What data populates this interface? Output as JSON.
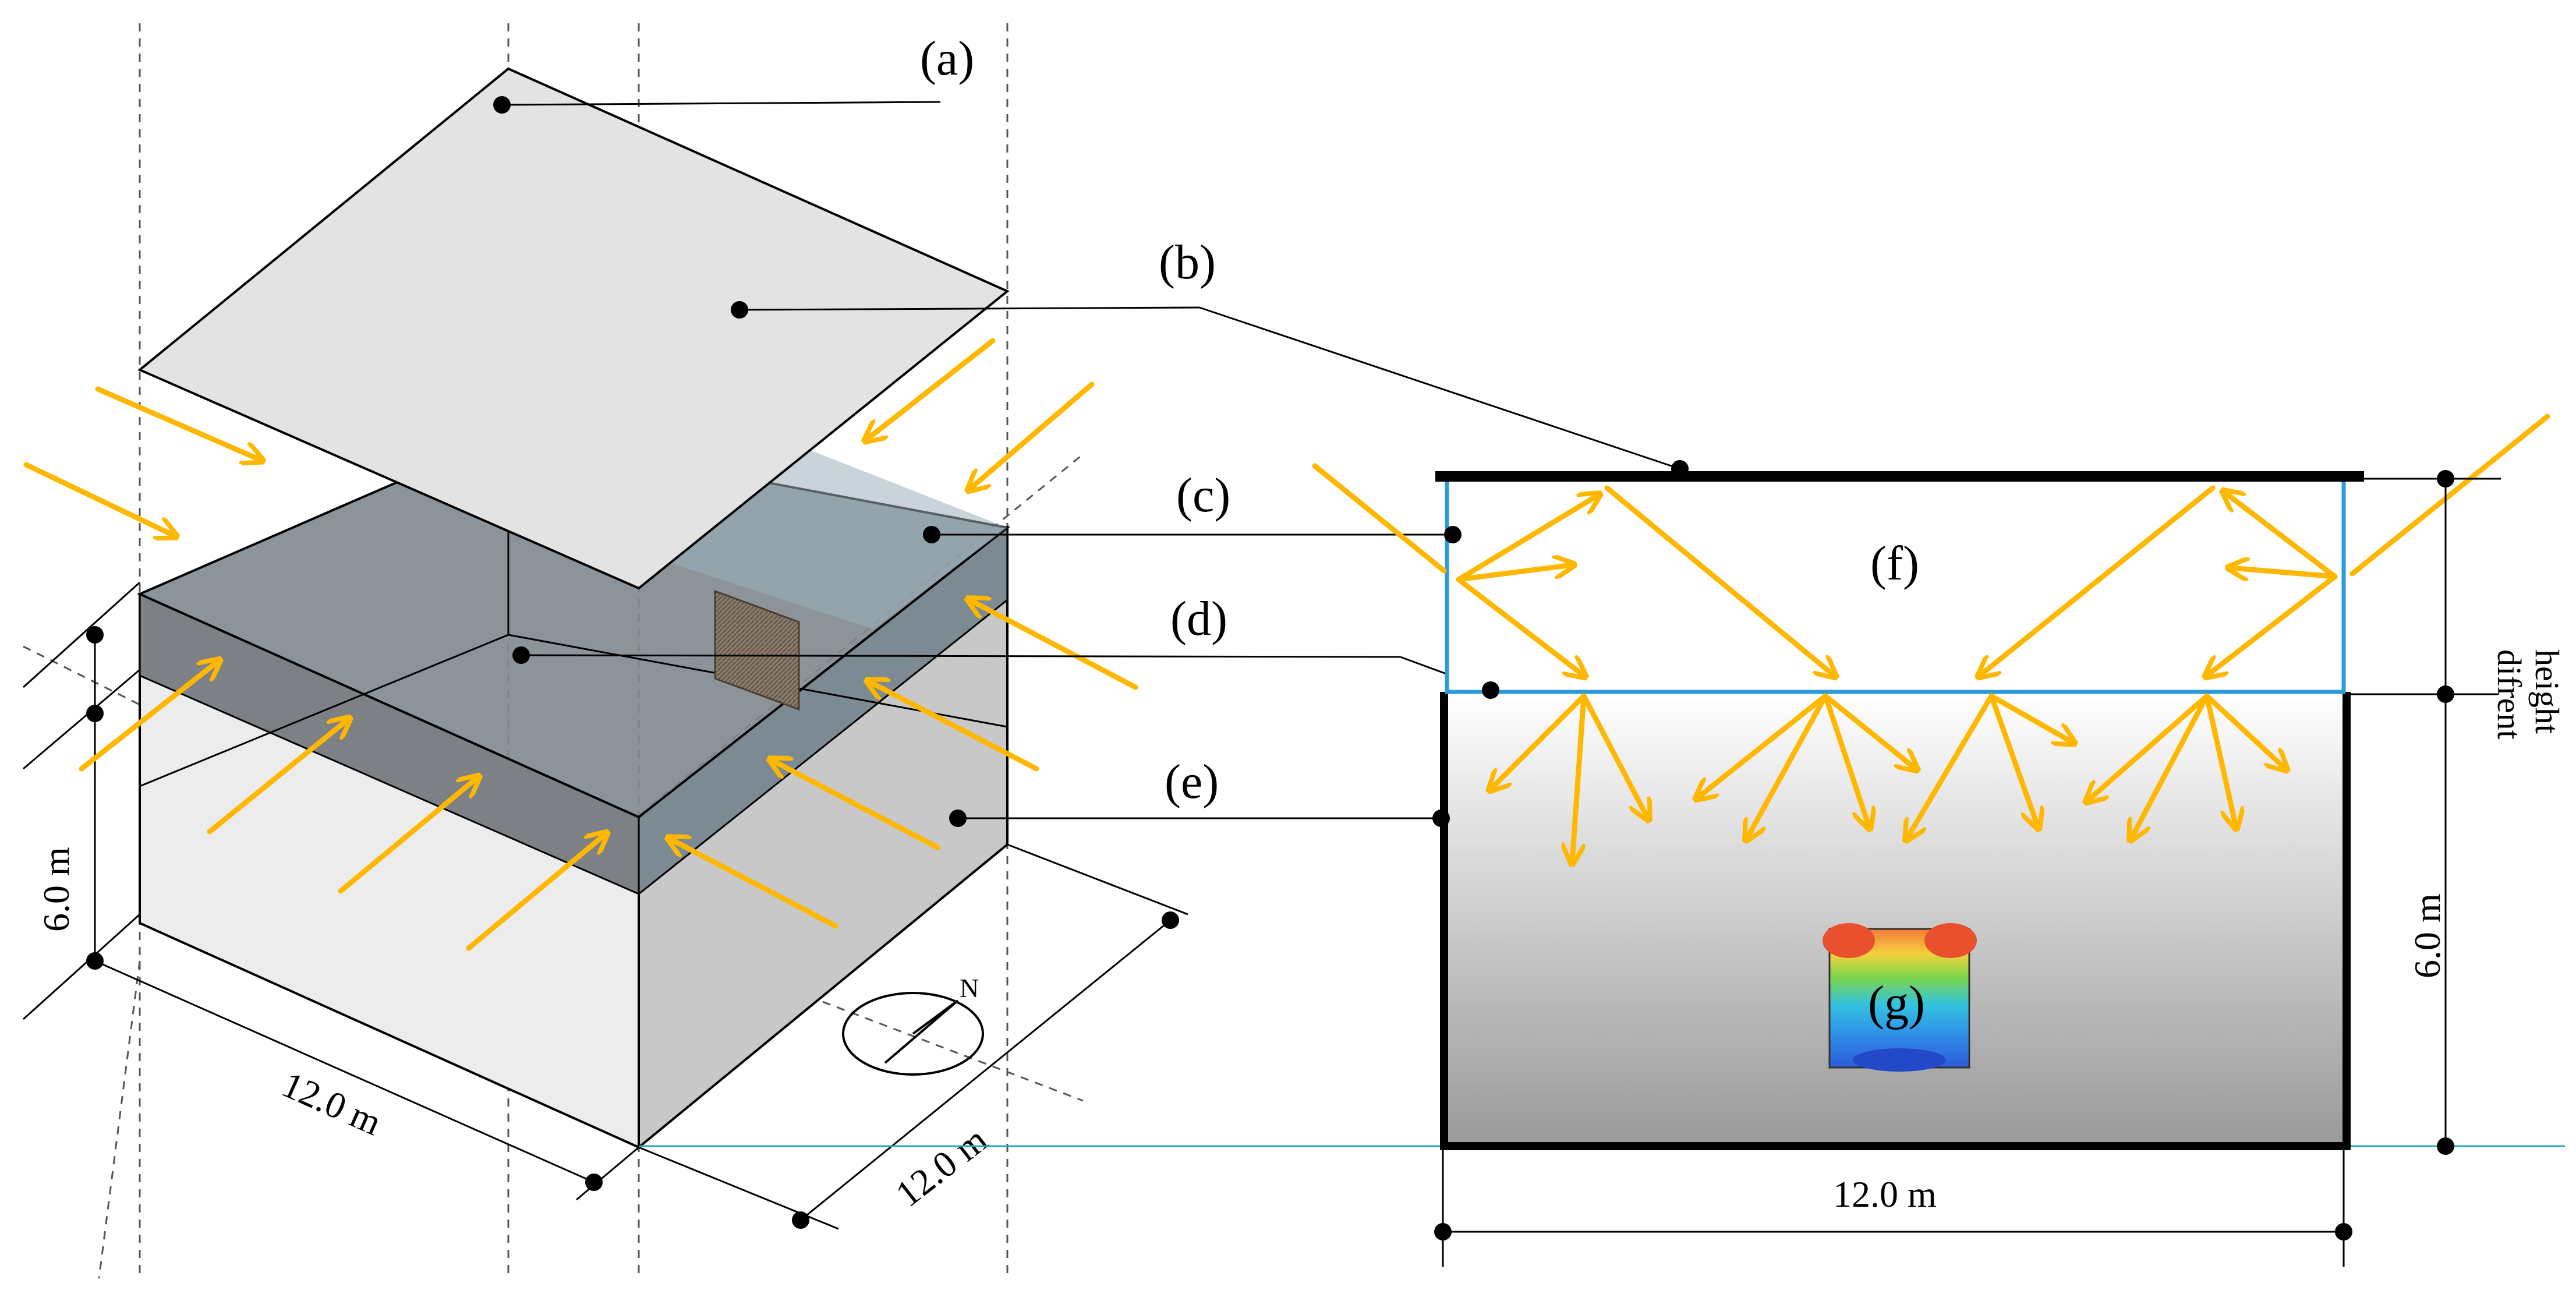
{
  "labels": {
    "a": "(a)",
    "b": "(b)",
    "c": "(c)",
    "d": "(d)",
    "e": "(e)",
    "f": "(f)",
    "g": "(g)"
  },
  "dimensions": {
    "height_left": "6.0 m",
    "width_left": "12.0 m",
    "depth_left": "12.0 m",
    "height_right": "6.0 m",
    "width_right": "12.0 m",
    "variable_height_line1": "difrent",
    "variable_height_line2": "height"
  },
  "compass": {
    "north": "N"
  },
  "colors": {
    "light_arrow": "#FFB700",
    "translucent_layer_outline": "#2D9BDB",
    "water_line": "#2BA6C7"
  }
}
